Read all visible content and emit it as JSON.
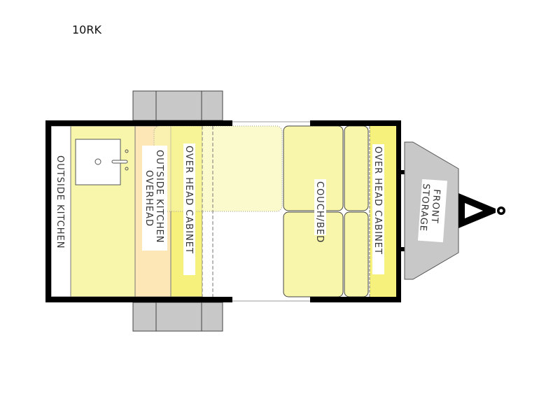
{
  "title": "10RK",
  "labels": {
    "outside_kitchen": "OUTSIDE KITCHEN",
    "outside_kitchen_overhead_1": "OUTSIDE KITCHEN",
    "outside_kitchen_overhead_2": "OVERHEAD",
    "overhead_cabinet_rear": "OVER HEAD CABINET",
    "couch_bed": "COUCH/BED",
    "overhead_cabinet_front": "OVER HEAD CABINET",
    "front_storage_1": "FRONT",
    "front_storage_2": "STORAGE"
  },
  "colors": {
    "light_yellow": "#f8f6aa",
    "orange": "#fde7b6",
    "bright_yellow": "#f6f07c",
    "gray": "#c8c8c8",
    "wall": "#000000"
  }
}
